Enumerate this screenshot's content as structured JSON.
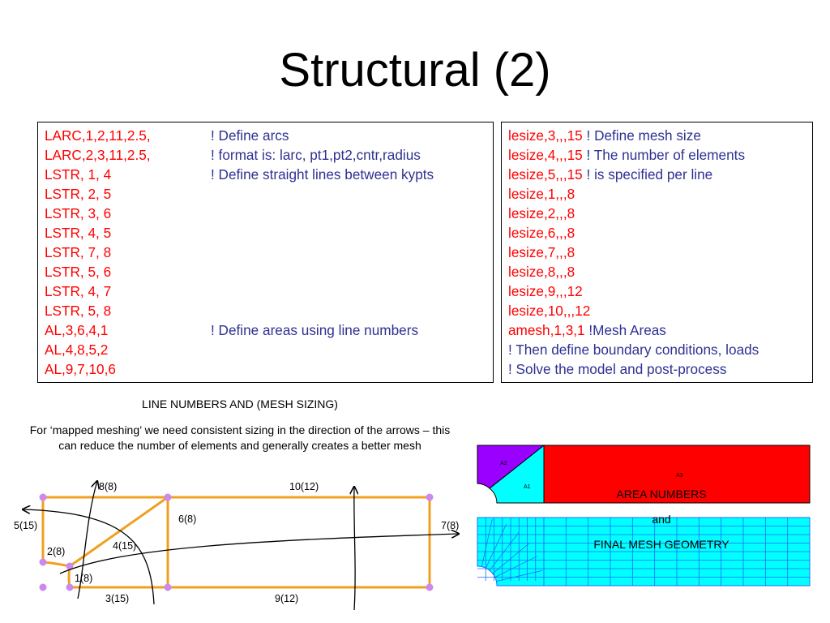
{
  "title": "Structural (2)",
  "left_commands": [
    {
      "cmd": "LARC,1,2,11,2.5,",
      "comment": "! Define arcs"
    },
    {
      "cmd": "LARC,2,3,11,2.5,",
      "comment": "! format is: larc, pt1,pt2,cntr,radius"
    },
    {
      "cmd": "LSTR, 1, 4",
      "comment": "! Define straight lines between kypts"
    },
    {
      "cmd": "LSTR, 2, 5",
      "comment": ""
    },
    {
      "cmd": "LSTR, 3, 6",
      "comment": ""
    },
    {
      "cmd": "LSTR, 4, 5",
      "comment": ""
    },
    {
      "cmd": "LSTR, 7, 8",
      "comment": ""
    },
    {
      "cmd": "LSTR, 5, 6",
      "comment": ""
    },
    {
      "cmd": "LSTR, 4, 7",
      "comment": ""
    },
    {
      "cmd": "LSTR, 5, 8",
      "comment": ""
    },
    {
      "cmd": "AL,3,6,4,1",
      "comment": "! Define areas using line numbers"
    },
    {
      "cmd": "AL,4,8,5,2",
      "comment": ""
    },
    {
      "cmd": "AL,9,7,10,6",
      "comment": ""
    }
  ],
  "right_commands": [
    {
      "cmd": "lesize,3,,,15",
      "comment": "! Define mesh size"
    },
    {
      "cmd": "lesize,4,,,15",
      "comment": "! The number of elements"
    },
    {
      "cmd": "lesize,5,,,15",
      "comment": "! is specified per line"
    },
    {
      "cmd": "lesize,1,,,8",
      "comment": ""
    },
    {
      "cmd": "lesize,2,,,8",
      "comment": ""
    },
    {
      "cmd": "lesize,6,,,8",
      "comment": ""
    },
    {
      "cmd": "lesize,7,,,8",
      "comment": ""
    },
    {
      "cmd": "lesize,8,,,8",
      "comment": ""
    },
    {
      "cmd": "lesize,9,,,12",
      "comment": ""
    },
    {
      "cmd": "lesize,10,,,12",
      "comment": ""
    },
    {
      "cmd": "amesh,1,3,1",
      "comment": "!Mesh Areas"
    },
    {
      "cmd": "",
      "comment": "! Then define boundary conditions, loads"
    },
    {
      "cmd": "",
      "comment": "! Solve the model and post-process"
    }
  ],
  "sizing_title": "LINE NUMBERS AND (MESH SIZING)",
  "mapped_note": "For ‘mapped meshing’ we need consistent sizing in the direction of the arrows – this can reduce the number of elements and generally creates a better mesh",
  "line_labels": {
    "l8": "8(8)",
    "l10": "10(12)",
    "l6": "6(8)",
    "l5": "5(15)",
    "l7": "7(8)",
    "l4": "4(15)",
    "l2": "2(8)",
    "l1": "1(8)",
    "l3": "3(15)",
    "l9": "9(12)"
  },
  "area_labels": {
    "a1": "A1",
    "a2": "A2",
    "a3": "A3"
  },
  "right_captions": {
    "area_numbers": "AREA NUMBERS",
    "and": "and",
    "final_mesh": "FINAL MESH GEOMETRY"
  },
  "colors": {
    "command": "#ff0000",
    "comment": "#2e3192",
    "line_orange": "#f0a020",
    "keypoint": "#cc88ee",
    "area_a1": "#00ffff",
    "area_a2": "#9900ff",
    "area_a3": "#ff0000",
    "mesh_fill": "#00ffff",
    "mesh_line": "#1a6cff"
  }
}
